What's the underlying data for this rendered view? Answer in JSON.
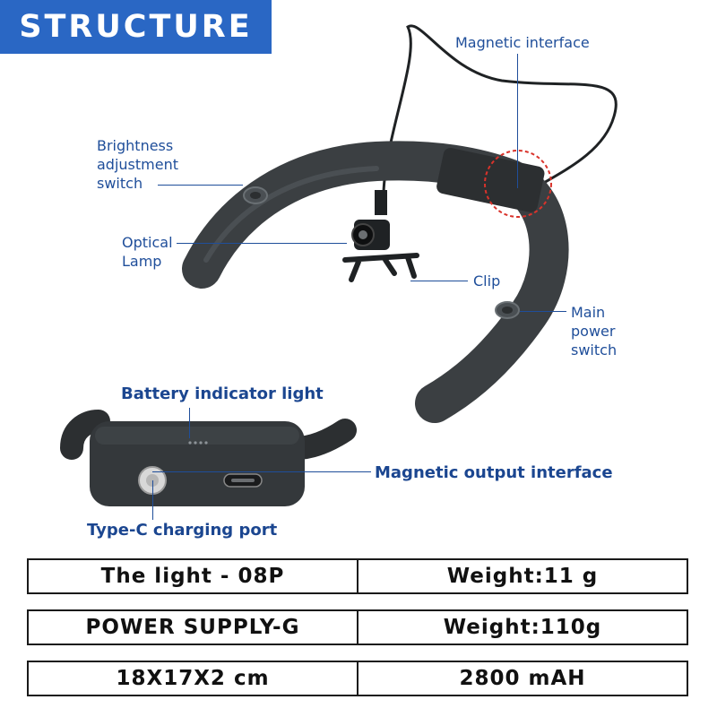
{
  "title": "STRUCTURE",
  "labels": {
    "magnetic_interface": "Magnetic interface",
    "brightness_line1": "Brightness",
    "brightness_line2": "adjustment",
    "brightness_line3": "switch",
    "optical_line1": "Optical",
    "optical_line2": "Lamp",
    "clip": "Clip",
    "main_line1": "Main",
    "main_line2": "power",
    "main_line3": "switch",
    "battery_indicator": "Battery indicator light",
    "magnetic_output": "Magnetic output interface",
    "type_c": "Type-C charging port"
  },
  "specs": [
    {
      "left": "The light - 08P",
      "right": "Weight:11 g"
    },
    {
      "left": "POWER SUPPLY-G",
      "right": "Weight:110g"
    },
    {
      "left": "18X17X2 cm",
      "right": "2800 mAH"
    }
  ],
  "colors": {
    "banner": "#2a67c4",
    "label_text": "#1f4e9a",
    "device_body": "#3b3f42",
    "highlight_circle": "#d9332b"
  },
  "icons": [
    "power-button-icon",
    "brightness-button-icon",
    "magnetic-port-icon",
    "usb-c-port-icon"
  ]
}
